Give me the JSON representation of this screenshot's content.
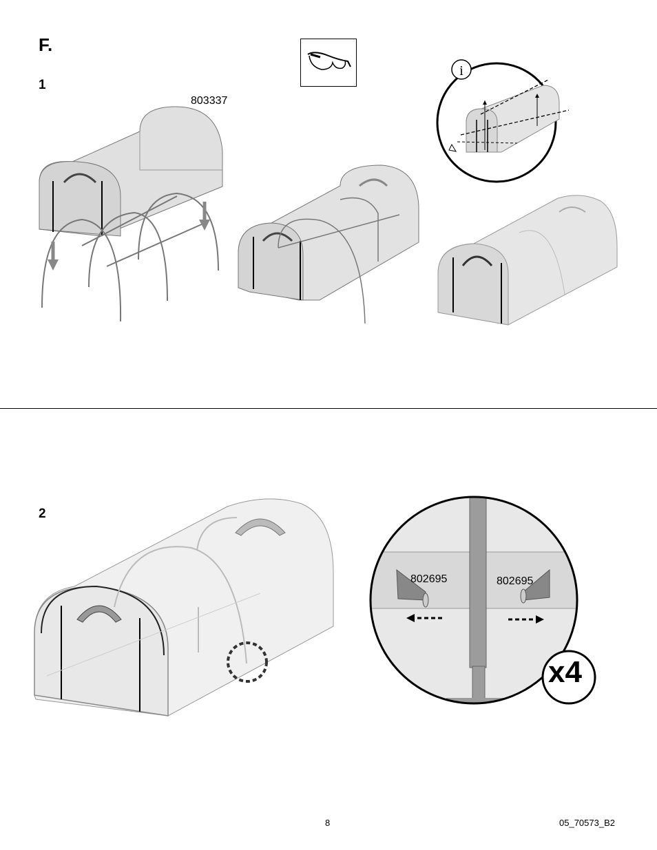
{
  "section": {
    "letter": "F."
  },
  "steps": [
    {
      "number": "1",
      "part_number": "803337"
    },
    {
      "number": "2",
      "part_numbers": [
        "802695",
        "802695"
      ],
      "multiplier": "x4"
    }
  ],
  "icons": {
    "safety": "safety-glasses-icon",
    "info": "info-icon"
  },
  "footer": {
    "page_number": "8",
    "doc_code": "05_70573_B2"
  }
}
